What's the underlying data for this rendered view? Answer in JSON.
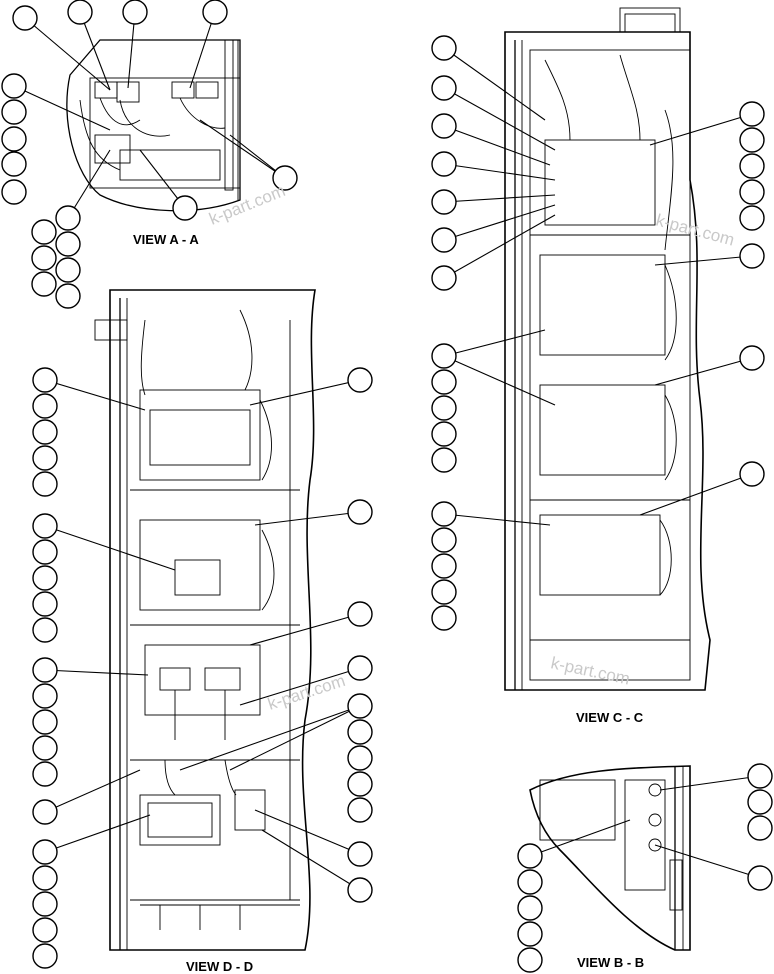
{
  "views": [
    {
      "id": "view-a-a",
      "caption": "VIEW A - A"
    },
    {
      "id": "view-c-c",
      "caption": "VIEW C - C"
    },
    {
      "id": "view-d-d",
      "caption": "VIEW D - D"
    },
    {
      "id": "view-b-b",
      "caption": "VIEW B - B"
    }
  ],
  "watermark": "k-part.com",
  "style": {
    "line_color": "#000000",
    "background": "#ffffff",
    "watermark_color": "#c9c9c9"
  }
}
